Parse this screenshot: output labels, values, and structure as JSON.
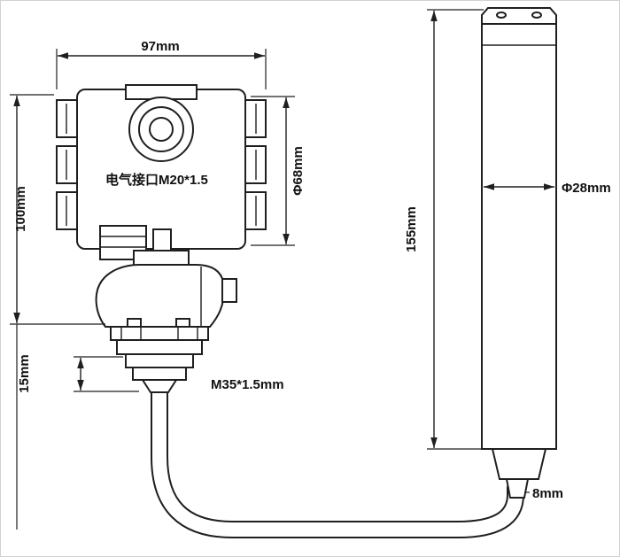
{
  "dims": {
    "housing_width": "97mm",
    "housing_height": "100mm",
    "housing_dia": "Φ68mm",
    "nut_height": "15mm",
    "probe_length": "155mm",
    "probe_dia": "Φ28mm",
    "cable_dia": "8mm"
  },
  "labels": {
    "electrical_port": "电气接口M20*1.5",
    "thread": "M35*1.5mm"
  },
  "colors": {
    "line": "#1f1f1f",
    "background": "#ffffff"
  }
}
